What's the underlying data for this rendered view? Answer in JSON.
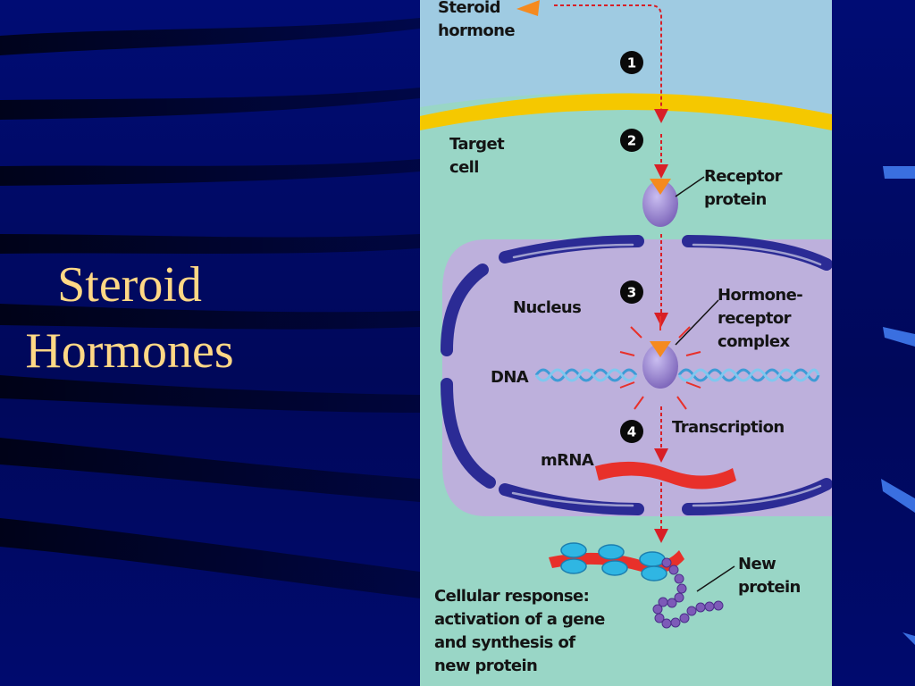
{
  "slide": {
    "title_line1": "Steroid",
    "title_line2": "Hormones"
  },
  "diagram": {
    "labels": {
      "steroid_hormone": [
        "Steroid",
        "hormone"
      ],
      "target_cell": [
        "Target",
        "cell"
      ],
      "receptor_protein": [
        "Receptor",
        "protein"
      ],
      "nucleus": "Nucleus",
      "hormone_receptor_complex": [
        "Hormone-",
        "receptor",
        "complex"
      ],
      "dna": "DNA",
      "transcription": "Transcription",
      "mrna": "mRNA",
      "new_protein": [
        "New",
        "protein"
      ],
      "cellular_response": [
        "Cellular response:",
        "activation of a gene",
        "and synthesis of",
        "new protein"
      ]
    },
    "steps": [
      "1",
      "2",
      "3",
      "4"
    ],
    "colors": {
      "slide_background": "#000a6e",
      "title_text": "#ffd885",
      "extracellular": "#9fcbe2",
      "cytoplasm": "#99d6c6",
      "membrane": "#f5c800",
      "nuclear_envelope": "#2b2b95",
      "nucleoplasm": "#bdb0dc",
      "receptor": "#9a86cc",
      "hormone": "#f58a1f",
      "pathway_arrow": "#d81f26",
      "dna_strand": "#3d9bd6",
      "mrna": "#e8302a",
      "ribosome": "#2fb6e3",
      "protein_chain": "#7d5ab8"
    }
  }
}
